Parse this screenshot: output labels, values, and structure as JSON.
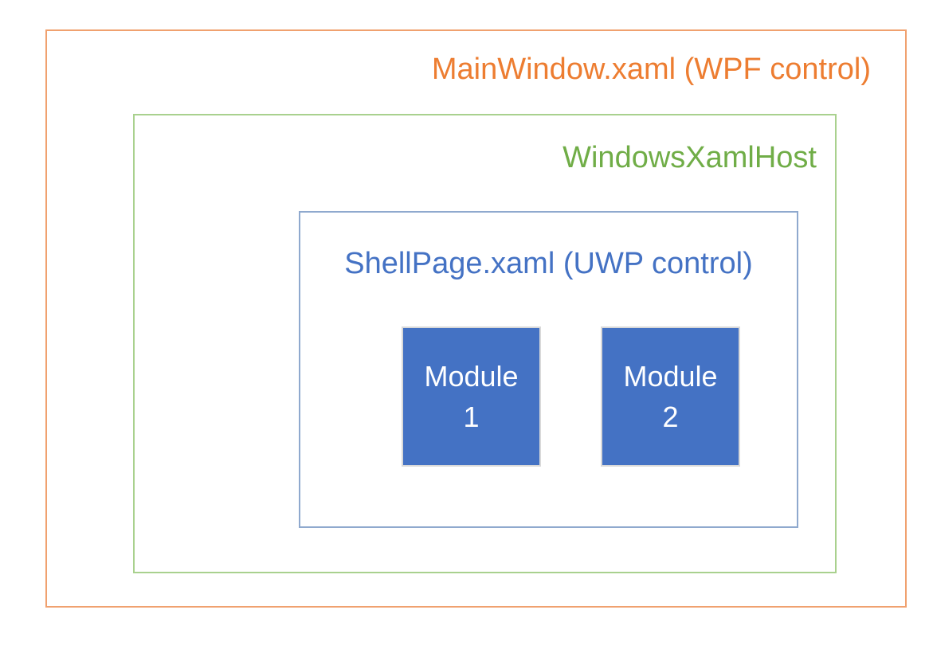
{
  "page": {
    "background_color": "#FFFFFF"
  },
  "diagram": {
    "outer_box": {
      "label": "MainWindow.xaml (WPF control)",
      "text_color": "#ED7D31",
      "border_color": "#F0A16F"
    },
    "host_box": {
      "label": "WindowsXamlHost",
      "text_color": "#70AD47",
      "border_color": "#A9D18E"
    },
    "shell_box": {
      "label": "ShellPage.xaml (UWP control)",
      "text_color": "#4472C4",
      "border_color": "#8FA9CE"
    },
    "modules": [
      {
        "name": "Module",
        "number": "1"
      },
      {
        "name": "Module",
        "number": "2"
      }
    ],
    "module_style": {
      "fill_color": "#4472C4",
      "text_color": "#FFFFFF",
      "border_color": "#D9D9D9"
    }
  }
}
